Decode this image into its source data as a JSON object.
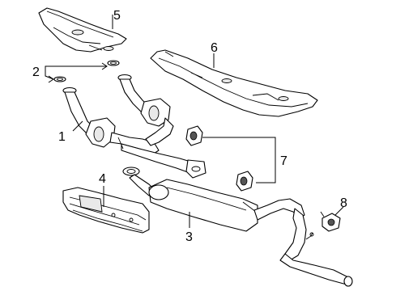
{
  "diagram": {
    "callouts": [
      {
        "id": "1",
        "text": "1"
      },
      {
        "id": "2",
        "text": "2"
      },
      {
        "id": "3",
        "text": "3"
      },
      {
        "id": "4",
        "text": "4"
      },
      {
        "id": "5",
        "text": "5"
      },
      {
        "id": "6",
        "text": "6"
      },
      {
        "id": "7",
        "text": "7"
      },
      {
        "id": "8",
        "text": "8"
      }
    ],
    "parts": [
      {
        "callout": "1",
        "icon": "catalytic-converter-pipe-icon"
      },
      {
        "callout": "2",
        "icon": "gasket-icon"
      },
      {
        "callout": "3",
        "icon": "muffler-icon"
      },
      {
        "callout": "4",
        "icon": "muffler-heat-shield-icon"
      },
      {
        "callout": "5",
        "icon": "upper-heat-shield-icon"
      },
      {
        "callout": "6",
        "icon": "underbody-heat-shield-icon"
      },
      {
        "callout": "7",
        "icon": "rubber-hanger-icon"
      },
      {
        "callout": "8",
        "icon": "hanger-bracket-icon"
      }
    ],
    "colors": {
      "line": "#000000",
      "background": "#ffffff"
    }
  }
}
